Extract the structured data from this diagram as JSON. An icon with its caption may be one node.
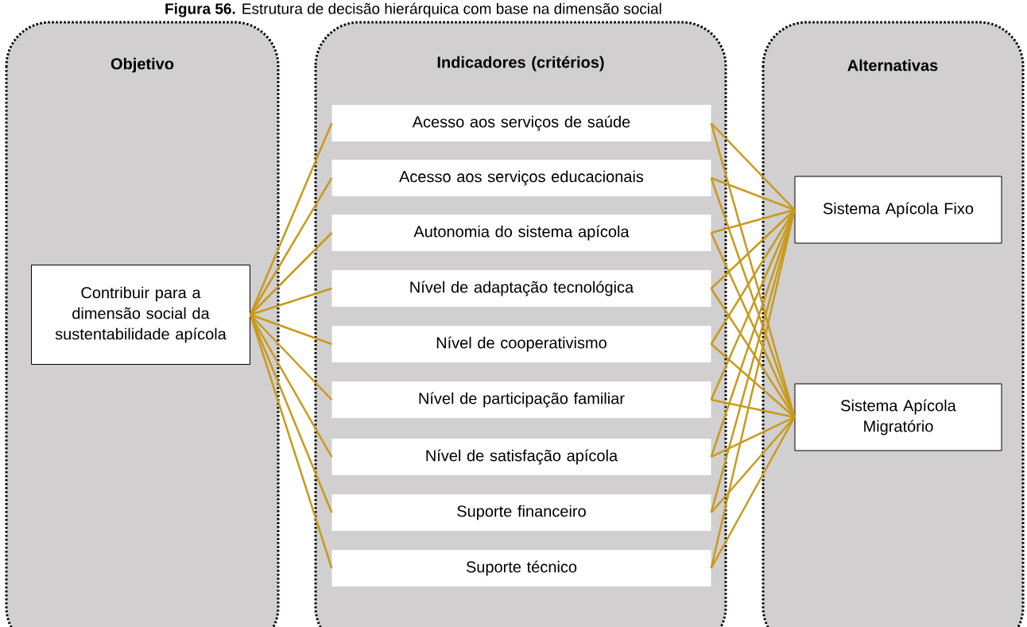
{
  "diagram": {
    "title": "**Figura 56.** Estrutura de decisão hierárquica com base na dimensão social",
    "nodes": [
      {
        "text": [
          "Objetivo"
        ]
      },
      {
        "text": [
          "Indicadores (critérios)"
        ]
      },
      {
        "text": [
          "Alternativas"
        ]
      },
      {
        "text": [
          "Contribuir para a dimensão social da sustentabilidade apícola"
        ],
        "in": 0
      },
      {
        "text": [
          "Acesso aos serviços de saúde"
        ],
        "in": 1
      },
      {
        "text": [
          "Acesso aos serviços educacionais"
        ],
        "in": 1
      },
      {
        "text": [
          "Autonomia do sistema apícola"
        ],
        "in": 1
      },
      {
        "text": [
          "Nível de adaptação tecnológica"
        ],
        "in": 1
      },
      {
        "text": [
          "Nível de cooperativismo"
        ],
        "in": 1
      },
      {
        "text": [
          "Nível de participação familiar"
        ],
        "in": 1
      },
      {
        "text": [
          "Nível de satisfação apícola"
        ],
        "in": 1
      },
      {
        "text": [
          "Suporte financeiro"
        ],
        "in": 1
      },
      {
        "text": [
          "Suporte técnico"
        ],
        "in": 1
      },
      {
        "text": [
          "Sistema Apícola Fixo"
        ],
        "in": 2
      },
      {
        "text": [
          "Sistema Apícola Migratório"
        ],
        "in": 2
      }
    ],
    "edges": [
      {
        "from": 3,
        "to": 4,
        "arrow": "none"
      },
      {
        "from": 3,
        "to": 5,
        "arrow": "none"
      },
      {
        "from": 3,
        "to": 6,
        "arrow": "none"
      },
      {
        "from": 3,
        "to": 7,
        "arrow": "none"
      },
      {
        "from": 3,
        "to": 8,
        "arrow": "none"
      },
      {
        "from": 3,
        "to": 9,
        "arrow": "none"
      },
      {
        "from": 3,
        "to": 10,
        "arrow": "none"
      },
      {
        "from": 3,
        "to": 11,
        "arrow": "none"
      },
      {
        "from": 3,
        "to": 12,
        "arrow": "none"
      },
      {
        "from": 4,
        "to": 13,
        "arrow": "none"
      },
      {
        "from": 4,
        "to": 14,
        "arrow": "none"
      },
      {
        "from": 5,
        "to": 13,
        "arrow": "none"
      },
      {
        "from": 5,
        "to": 14,
        "arrow": "none"
      },
      {
        "from": 6,
        "to": 13,
        "arrow": "none"
      },
      {
        "from": 6,
        "to": 14,
        "arrow": "none"
      },
      {
        "from": 7,
        "to": 13,
        "arrow": "none"
      },
      {
        "from": 7,
        "to": 14,
        "arrow": "none"
      },
      {
        "from": 8,
        "to": 13,
        "arrow": "none"
      },
      {
        "from": 8,
        "to": 14,
        "arrow": "none"
      },
      {
        "from": 9,
        "to": 13,
        "arrow": "none"
      },
      {
        "from": 9,
        "to": 14,
        "arrow": "none"
      },
      {
        "from": 10,
        "to": 13,
        "arrow": "none"
      },
      {
        "from": 10,
        "to": 14,
        "arrow": "none"
      },
      {
        "from": 11,
        "to": 13,
        "arrow": "none"
      },
      {
        "from": 11,
        "to": 14,
        "arrow": "none"
      },
      {
        "from": 12,
        "to": 13,
        "arrow": "none"
      },
      {
        "from": 12,
        "to": 14,
        "arrow": "none"
      }
    ]
  }
}
